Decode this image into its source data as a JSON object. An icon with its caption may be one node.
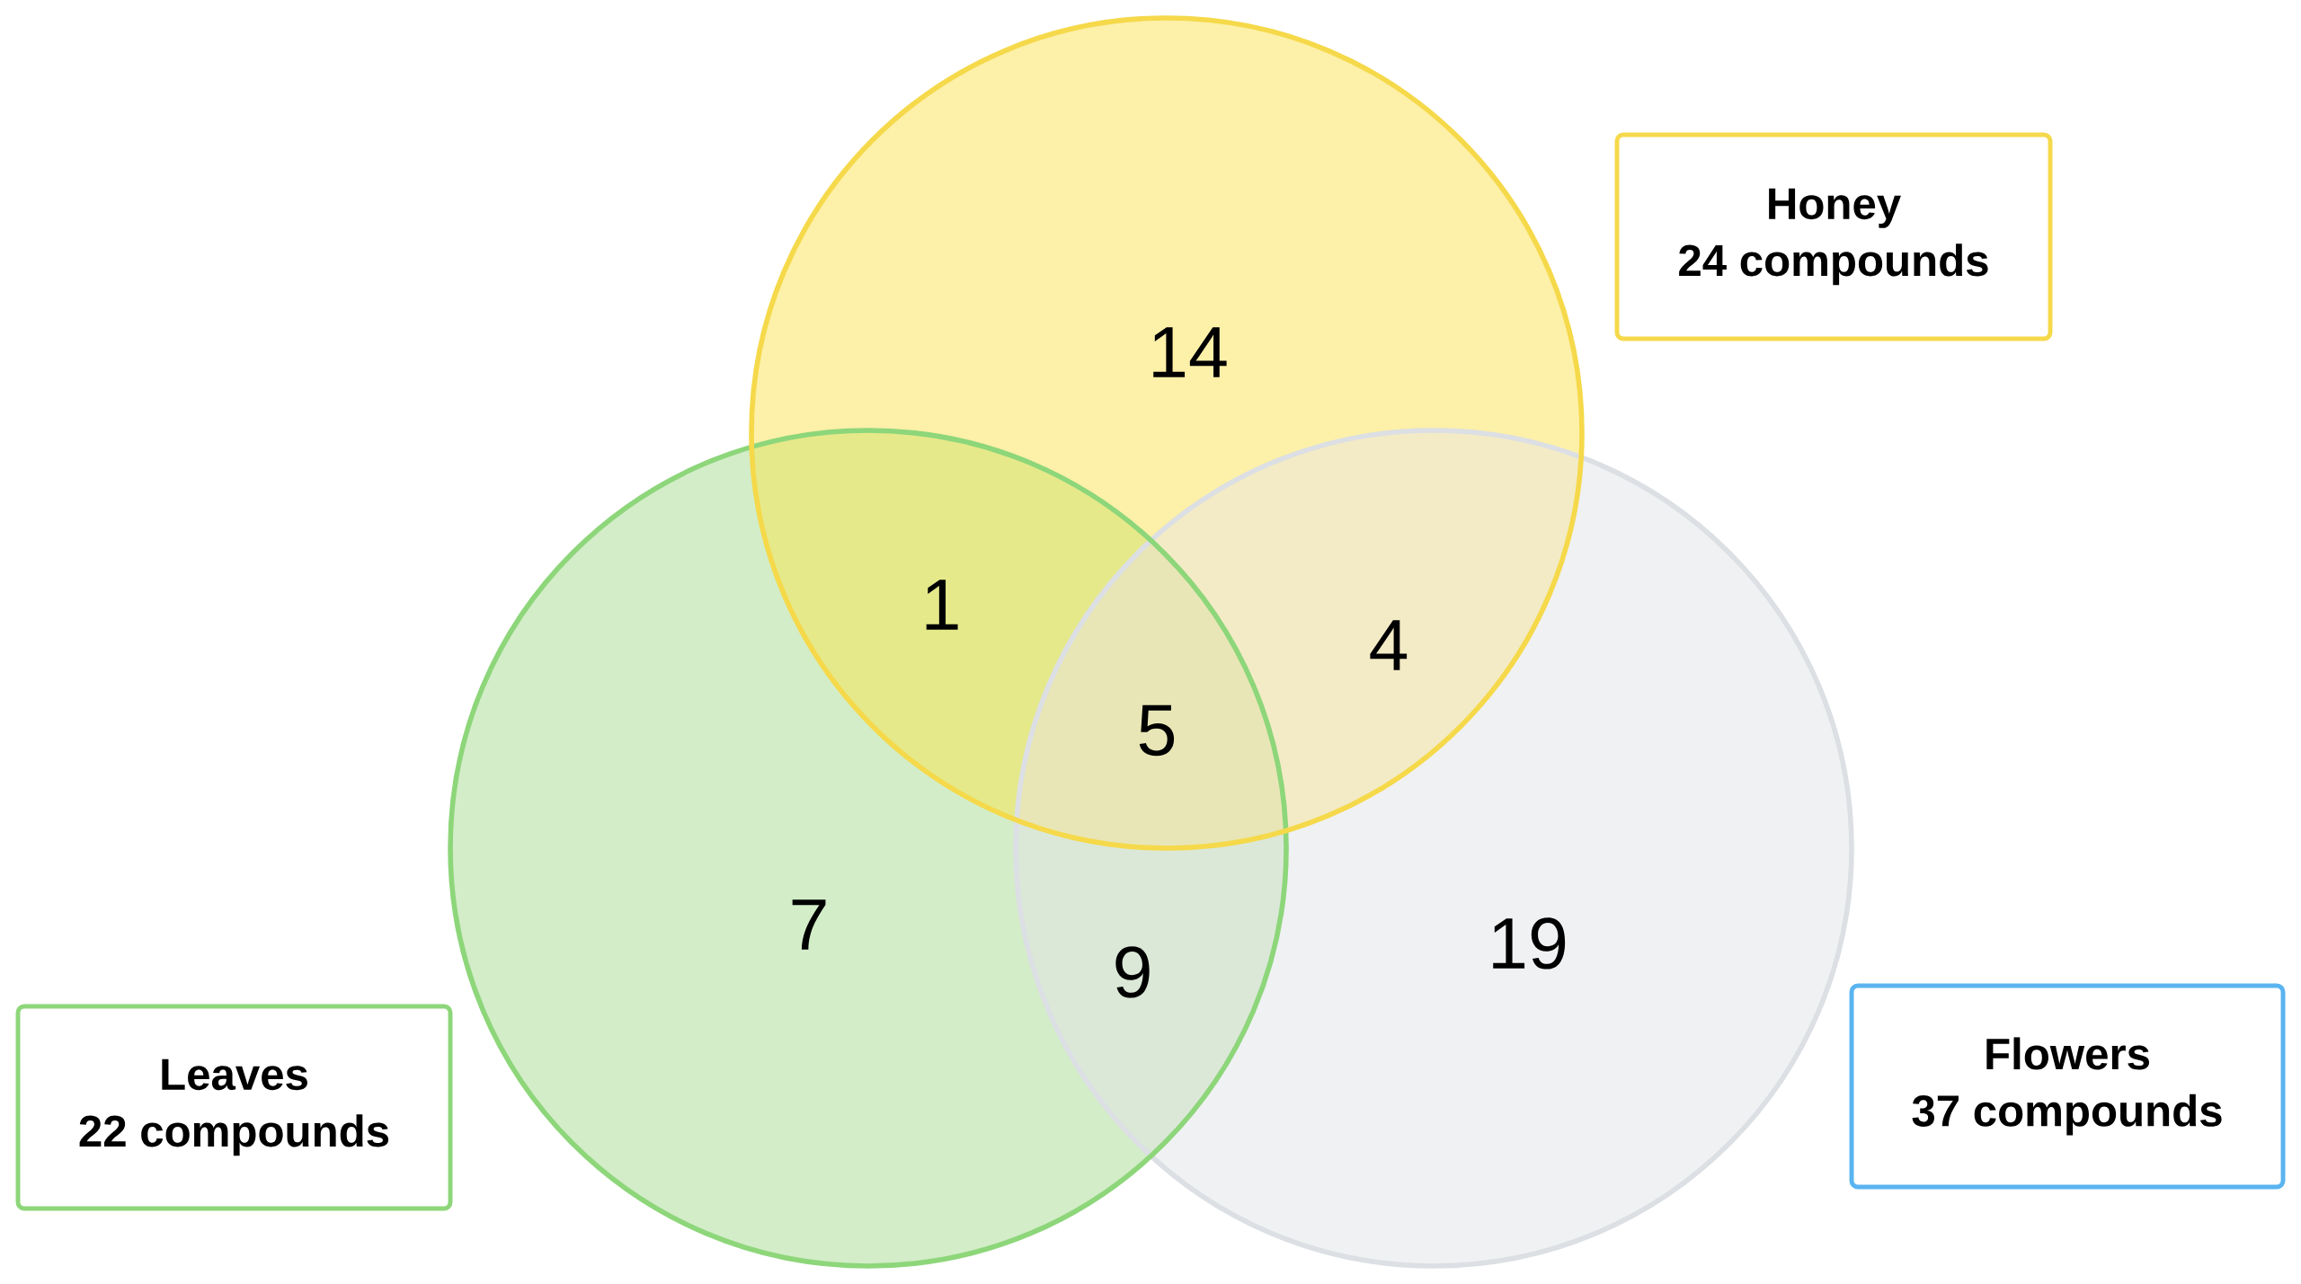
{
  "diagram": {
    "nodes": [
      {
        "text": [
          "Honey",
          "24 compounds"
        ]
      },
      {
        "text": [
          "Leaves",
          "22 compounds"
        ]
      },
      {
        "text": [
          "Flowers",
          "37 compounds"
        ]
      }
    ],
    "labels": [
      "14",
      "1",
      "4",
      "5",
      "7",
      "9",
      "19"
    ]
  }
}
